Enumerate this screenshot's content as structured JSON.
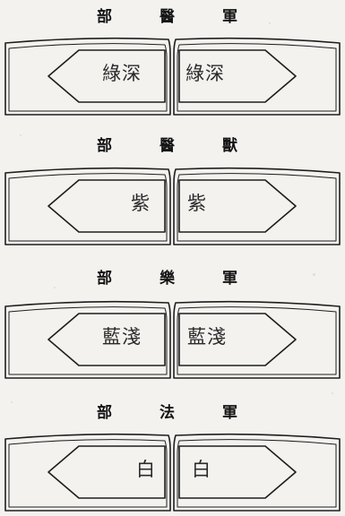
{
  "sections": [
    {
      "heading": [
        "部",
        "醫",
        "軍"
      ],
      "left_label": "綠深",
      "right_label": "綠深"
    },
    {
      "heading": [
        "部",
        "醫",
        "獸"
      ],
      "left_label": "紫",
      "right_label": "紫"
    },
    {
      "heading": [
        "部",
        "樂",
        "軍"
      ],
      "left_label": "藍淺",
      "right_label": "藍淺"
    },
    {
      "heading": [
        "部",
        "法",
        "軍"
      ],
      "left_label": "白",
      "right_label": "白"
    }
  ],
  "colors": {
    "paper": "#f3f2ef",
    "ink": "#1d1d1d"
  }
}
